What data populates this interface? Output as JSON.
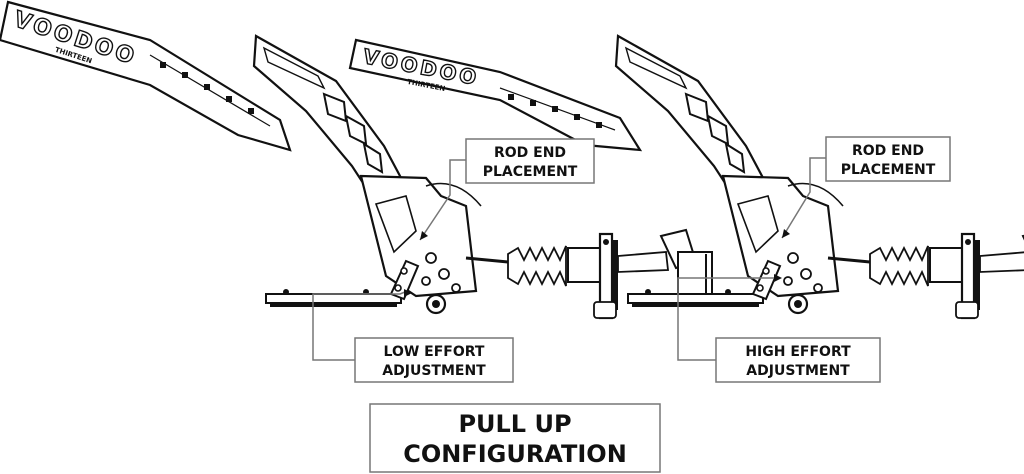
{
  "colors": {
    "line": "#111111",
    "background": "#ffffff"
  },
  "brand": {
    "logo_text": "VOODOO",
    "logo_subtext": "THIRTEEN"
  },
  "left_unit": {
    "callout_top": [
      "ROD END",
      "PLACEMENT"
    ],
    "callout_bottom": [
      "LOW EFFORT",
      "ADJUSTMENT"
    ]
  },
  "right_unit": {
    "callout_top": [
      "ROD END",
      "PLACEMENT"
    ],
    "callout_bottom": [
      "HIGH EFFORT",
      "ADJUSTMENT"
    ]
  },
  "title": [
    "PULL UP",
    "CONFIGURATION"
  ]
}
